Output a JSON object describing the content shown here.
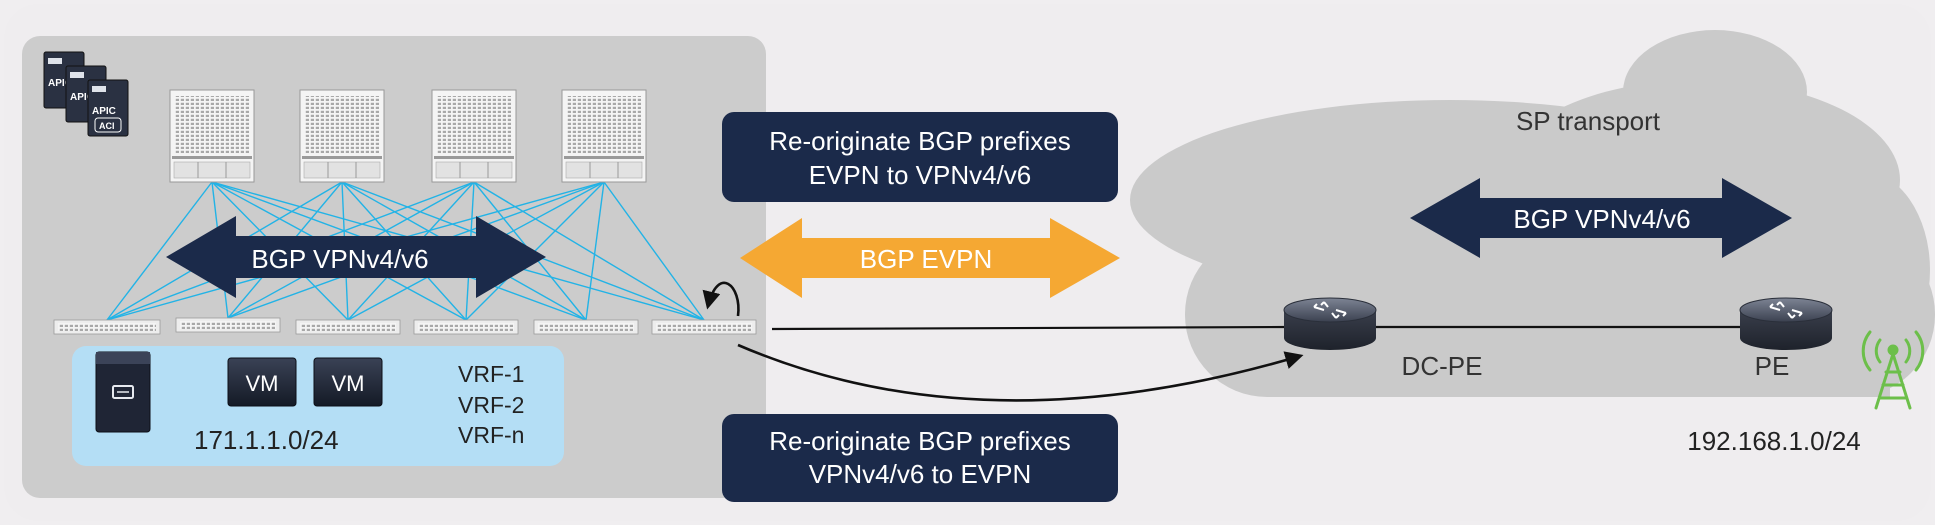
{
  "title": "",
  "labels": {
    "apic": "APIC",
    "aci": "ACI",
    "fabric_bgp": "BGP VPNv4/v6",
    "bgp_evpn": "BGP EVPN",
    "reoriginate_top_line1": "Re-originate BGP prefixes",
    "reoriginate_top_line2": "EVPN to VPNv4/v6",
    "reoriginate_bottom_line1": "Re-originate BGP prefixes",
    "reoriginate_bottom_line2": "VPNv4/v6 to EVPN",
    "sp_transport": "SP transport",
    "sp_bgp": "BGP VPNv4/v6",
    "dc_pe": "DC-PE",
    "pe": "PE",
    "dc_subnet": "171.1.1.0/24",
    "remote_subnet": "192.168.1.0/24",
    "vm1": "VM",
    "vm2": "VM",
    "vrfs": [
      "VRF-1",
      "VRF-2",
      "VRF-n"
    ]
  },
  "colors": {
    "navy": "#1b2a4a",
    "orange": "#f5a833",
    "cyan": "#22b3e6",
    "fabric_panel": "#cccccc",
    "cloud": "#cacaca",
    "endpoint_panel": "#b4def5",
    "antenna": "#6cbf4a"
  },
  "icons": {
    "spine": "nexus-spine-switch-icon",
    "leaf": "nexus-leaf-switch-icon",
    "apic": "apic-controller-icon",
    "server": "server-icon",
    "router": "router-icon",
    "antenna": "radio-tower-icon"
  }
}
